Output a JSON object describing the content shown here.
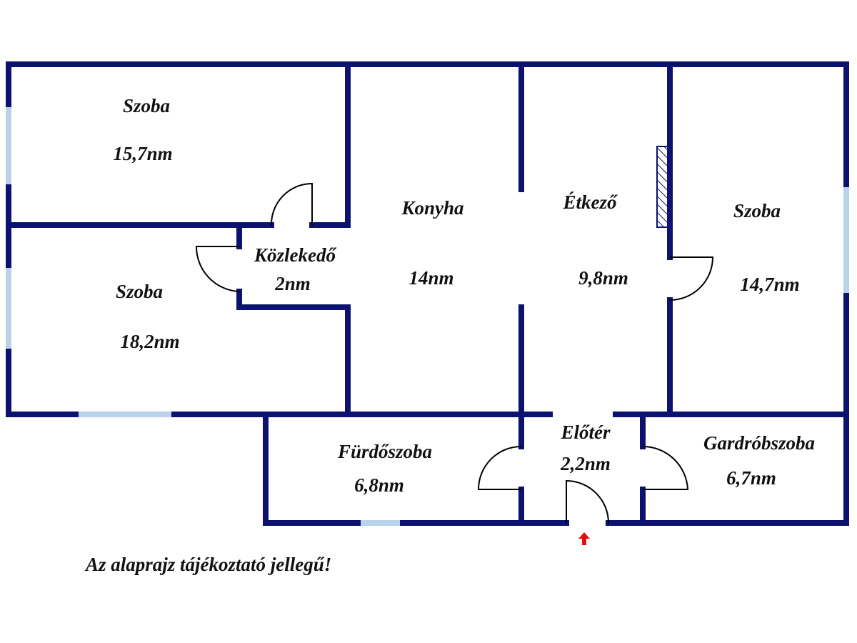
{
  "rooms": [
    {
      "name": "Szoba",
      "area": "15,7nm"
    },
    {
      "name": "Szoba",
      "area": "18,2nm"
    },
    {
      "name": "Közlekedő",
      "area": "2nm"
    },
    {
      "name": "Konyha",
      "area": "14nm"
    },
    {
      "name": "Étkező",
      "area": "9,8nm"
    },
    {
      "name": "Szoba",
      "area": "14,7nm"
    },
    {
      "name": "Fürdőszoba",
      "area": "6,8nm"
    },
    {
      "name": "Előtér",
      "area": "2,2nm"
    },
    {
      "name": "Gardróbszoba",
      "area": "6,7nm"
    }
  ],
  "note": "Az alaprajz tájékoztató jellegű!",
  "colors": {
    "wall": "#0b1270",
    "window": "#b9d3ea",
    "entrance_arrow": "#e01010"
  }
}
